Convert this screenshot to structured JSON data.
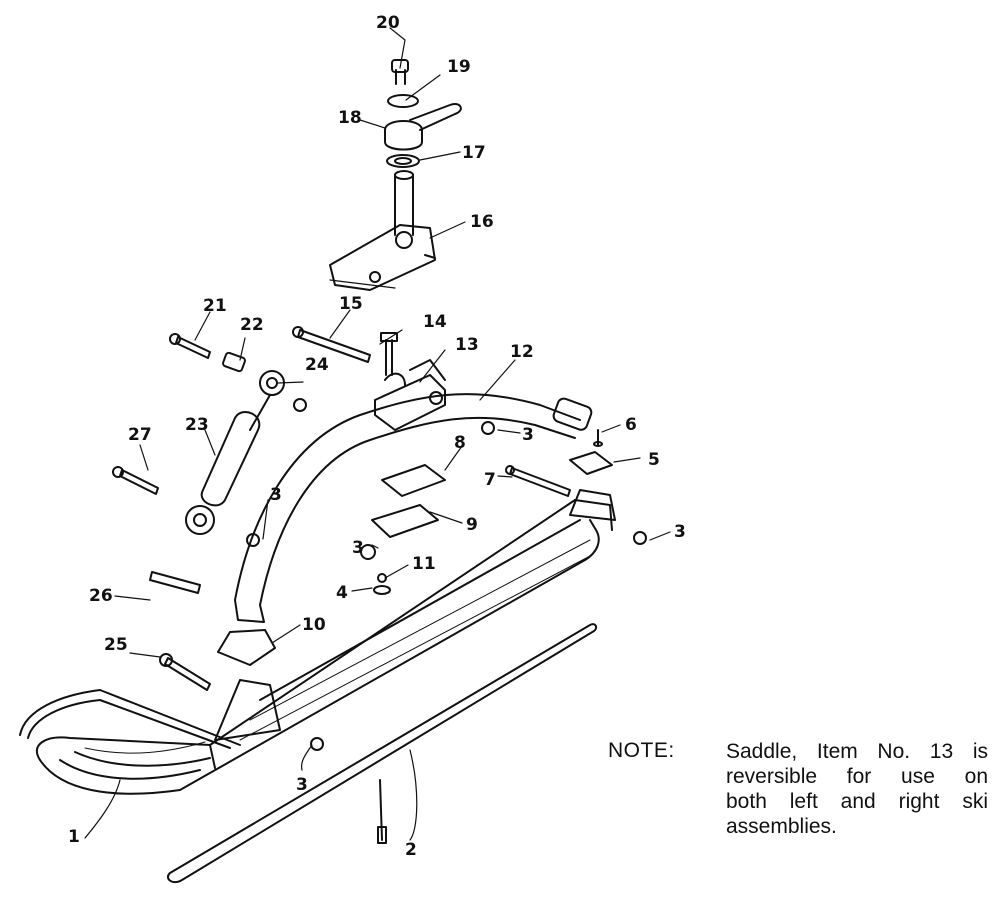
{
  "diagram": {
    "callouts": {
      "c1": "1",
      "c2": "2",
      "c3a": "3",
      "c3b": "3",
      "c3c": "3",
      "c3d": "3",
      "c3e": "3",
      "c4": "4",
      "c5": "5",
      "c6": "6",
      "c7": "7",
      "c8": "8",
      "c9": "9",
      "c10": "10",
      "c11": "11",
      "c12": "12",
      "c13": "13",
      "c14": "14",
      "c15": "15",
      "c16": "16",
      "c17": "17",
      "c18": "18",
      "c19": "19",
      "c20": "20",
      "c21": "21",
      "c22": "22",
      "c23": "23",
      "c24": "24",
      "c25": "25",
      "c26": "26",
      "c27": "27"
    }
  },
  "note": {
    "label": "NOTE:",
    "lines": [
      "Saddle, Item No. 13 is",
      "reversible for use on",
      "both left and right ski",
      "assemblies."
    ]
  }
}
